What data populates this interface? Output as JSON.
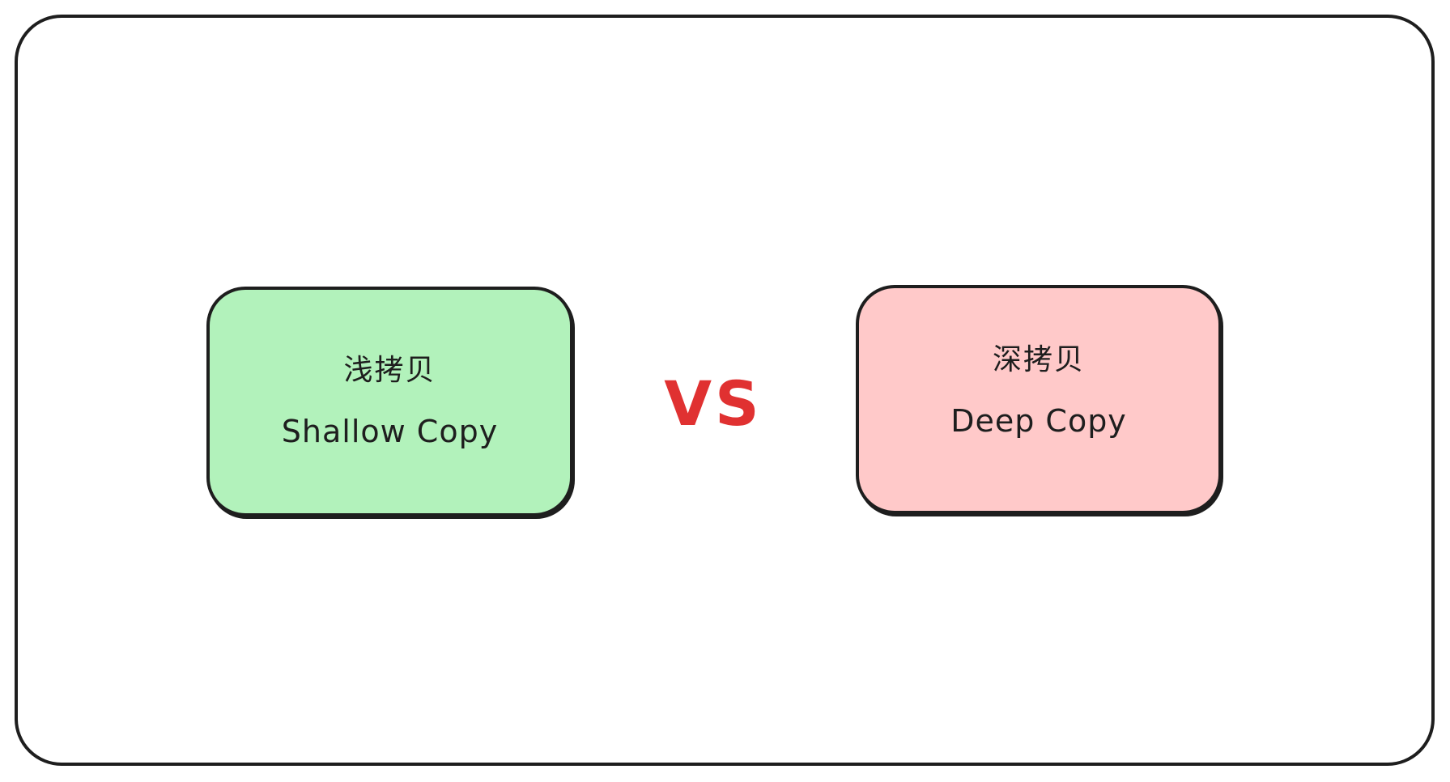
{
  "shallow": {
    "title_zh": "浅拷贝",
    "title_en": "Shallow Copy",
    "fill_color": "#b2f2bb"
  },
  "separator": {
    "label": "VS",
    "color": "#e03131"
  },
  "deep": {
    "title_zh": "深拷贝",
    "title_en": "Deep Copy",
    "fill_color": "#ffc9c9"
  }
}
